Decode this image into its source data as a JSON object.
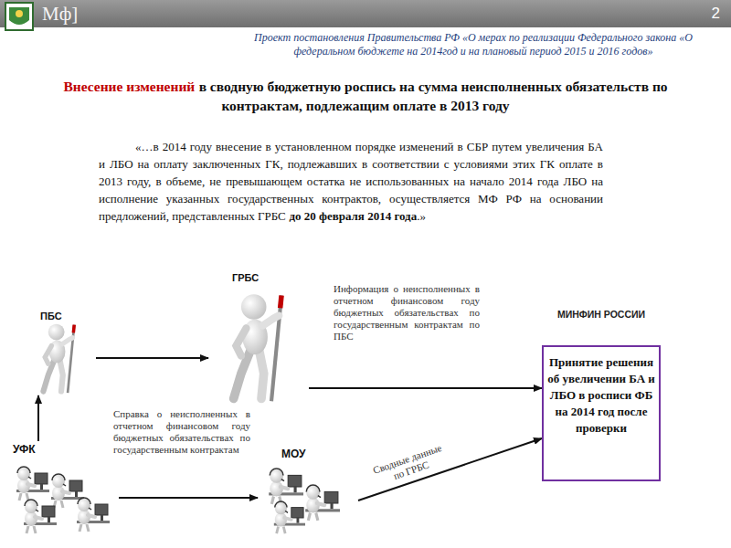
{
  "diagram": {
    "title": "Внесение изменений",
    "nodes": [
      {
        "text": [
          "ПБС"
        ]
      },
      {
        "text": [
          "ГРБС"
        ]
      },
      {
        "text": [
          "УФК"
        ]
      },
      {
        "text": [
          "МОУ"
        ]
      },
      {
        "text": [
          "МИНФИН РОССИИ",
          "Принятие решения об увеличении БА и ЛБО в росписи ФБ на 2014 год после проверки"
        ]
      }
    ],
    "edges": [
      {
        "from": 0,
        "to": 1,
        "arrow": "to"
      },
      {
        "from": 1,
        "to": 4,
        "arrow": "to",
        "label": "Информация о неисполненных в отчетном финансовом году бюджетных обязательствах по государственным контрактам по ПБС"
      },
      {
        "from": 2,
        "to": 0,
        "arrow": "to"
      },
      {
        "from": 2,
        "to": 3,
        "arrow": "to",
        "label": "Справка о неисполненных в отчетном финансовом году бюджетных обязательствах по государственным контрактам"
      },
      {
        "from": 3,
        "to": 4,
        "arrow": "to",
        "label": "Сводные данные по ГРБС"
      }
    ],
    "labels": [
      "Мф]",
      "2",
      "Проект постановления Правительства РФ «О мерах по реализации Федерального закона «О федеральном бюджете на 2014год и на плановый период 2015 и 2016 годов»",
      "в сводную бюджетную роспись на сумма неисполненных обязательств по контрактам, подлежащим оплате в 2013 году",
      "«…в 2014 году внесение в установленном порядке изменений в СБР путем увеличения БА и ЛБО на оплату заключенных ГК, подлежавших в соответствии с условиями этих ГК оплате в 2013 году, в объеме, не превышающем остатка не использованных на начало 2014 года ЛБО на исполнение указанных государственных контрактов, осуществляется МФ РФ на основании предложений, представленных ГРБС",
      "до 20 февраля 2014 года",
      ".»"
    ]
  }
}
